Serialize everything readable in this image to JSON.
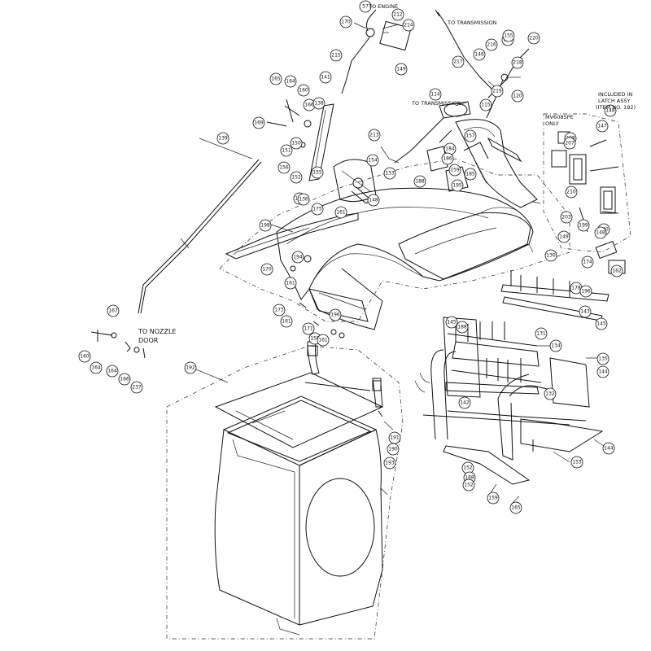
{
  "notes": {
    "to_engine": "TO ENGINE",
    "to_transmission_top": "TO TRANSMISSION",
    "to_transmission_mid": "TO TRANSMISSION",
    "to_nozzle_1": "TO NOZZLE",
    "to_nozzle_2": "DOOR",
    "latch_1": "INCLUDED IN",
    "latch_2": "LATCH ASSY",
    "latch_3": "(ITEM NO. 192)",
    "model_1": "MV608SPE",
    "model_2": "ONLY"
  },
  "callouts": [
    "57",
    "170",
    "212",
    "214",
    "149",
    "215",
    "217",
    "216",
    "161",
    "220",
    "218",
    "146",
    "155",
    "219",
    "114",
    "115",
    "120",
    "165",
    "164",
    "160",
    "166",
    "141",
    "138",
    "169",
    "150",
    "151",
    "156",
    "152",
    "153",
    "139",
    "155",
    "136",
    "175",
    "148",
    "213",
    "154",
    "133",
    "184",
    "157",
    "159",
    "195",
    "185",
    "186",
    "198",
    "161",
    "188",
    "208",
    "207",
    "210",
    "147",
    "148",
    "149",
    "203",
    "140",
    "199",
    "148",
    "174",
    "162",
    "130",
    "194",
    "170",
    "161",
    "173",
    "161",
    "171",
    "158",
    "161",
    "196",
    "145",
    "188",
    "178",
    "196",
    "145",
    "143",
    "131",
    "134",
    "135",
    "144",
    "142",
    "132",
    "144",
    "153",
    "152",
    "168",
    "152",
    "159",
    "165",
    "167",
    "160",
    "164",
    "164",
    "166",
    "237",
    "192",
    "191",
    "190",
    "193"
  ]
}
